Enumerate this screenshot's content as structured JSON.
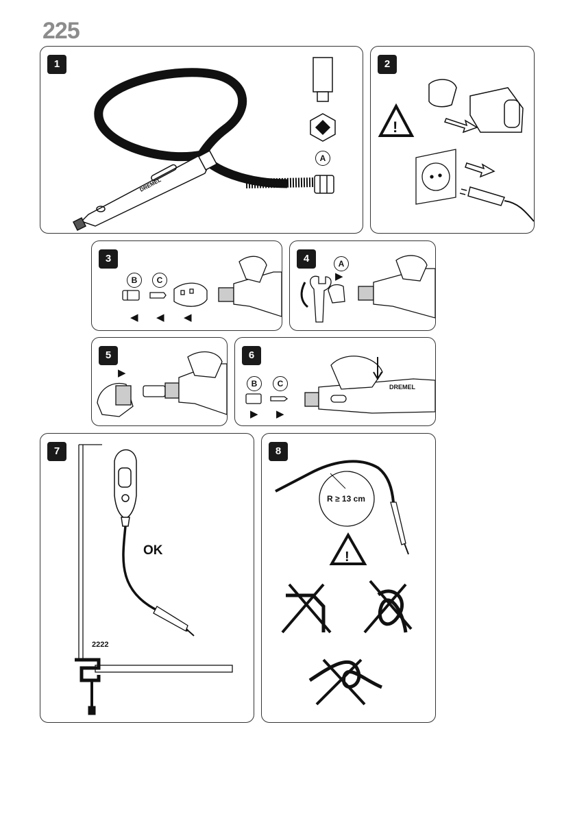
{
  "page": {
    "model_number": "225"
  },
  "panels": {
    "p1": {
      "step": "1",
      "callout": "A"
    },
    "p2": {
      "step": "2"
    },
    "p3": {
      "step": "3",
      "callout_b": "B",
      "callout_c": "C"
    },
    "p4": {
      "step": "4",
      "callout_a": "A"
    },
    "p5": {
      "step": "5"
    },
    "p6": {
      "step": "6",
      "callout_b": "B",
      "callout_c": "C"
    },
    "p7": {
      "step": "7",
      "ok_label": "OK",
      "stand_label": "2222"
    },
    "p8": {
      "step": "8",
      "radius_label": "R ≥ 13 cm"
    }
  },
  "brand_text": "DREMEL",
  "icons": {
    "left_arrow": "◀",
    "right_arrow": "▶",
    "names": [
      "flex-shaft-icon",
      "handpiece-icon",
      "hex-coupling-icon",
      "warning-triangle-icon",
      "battery-pack-icon",
      "power-plug-icon",
      "wall-socket-icon",
      "collet-nut-icon",
      "collet-icon",
      "nose-cap-icon",
      "wrench-icon",
      "hand-icon",
      "hook-stand-icon",
      "clamp-icon",
      "prohibited-bend-icon"
    ]
  },
  "colors": {
    "line": "#111111",
    "background": "#ffffff",
    "model_number_gray": "#8c8c8c",
    "step_badge": "#1a1a1a"
  }
}
